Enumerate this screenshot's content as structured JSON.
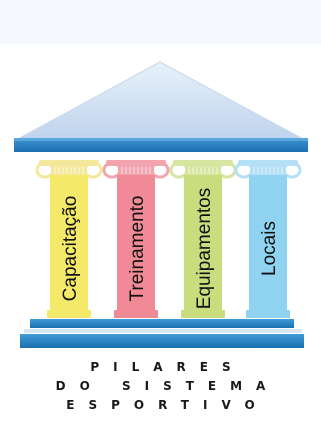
{
  "pillars": [
    {
      "label": "Capacitação",
      "color": "#F5E96A",
      "capital": "#F3E89B"
    },
    {
      "label": "Treinamento",
      "color": "#F08A96",
      "capital": "#F2A5AE"
    },
    {
      "label": "Equipamentos",
      "color": "#C9DC7E",
      "capital": "#D7E5A0"
    },
    {
      "label": "Locais",
      "color": "#8FD3F1",
      "capital": "#B3E0F4"
    }
  ],
  "caption": {
    "line1": "PILARES",
    "line2": "DO SISTEMA",
    "line3": "ESPORTIVO"
  },
  "colors": {
    "background": "#FFFFFF",
    "header_band": "#F5F8FC",
    "roof_light": "#D9E6F4",
    "roof_dark": "#8FB4DD",
    "beam": "#1F7CC0",
    "step": "#1F7CC0"
  }
}
